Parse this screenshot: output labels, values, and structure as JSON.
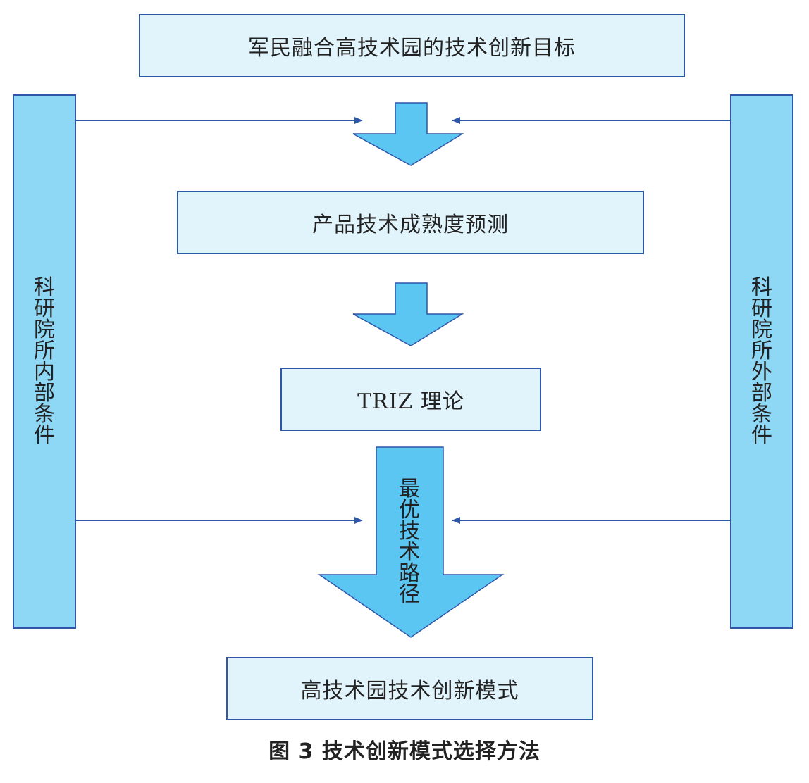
{
  "nodes": {
    "goal": "军民融合高技术园的技术创新目标",
    "forecast": "产品技术成熟度预测",
    "triz": "TRIZ 理论",
    "path": "最优技术路径",
    "mode": "高技术园技术创新模式"
  },
  "left_condition": "科研院所内部条件",
  "right_condition": "科研院所外部条件",
  "caption": "图 3 技术创新模式选择方法",
  "colors": {
    "box_fill": "#e1f4fc",
    "sidebar_fill": "#8ed8f6",
    "arrow_fill": "#5cc6f3",
    "stroke": "#2f57a8"
  }
}
